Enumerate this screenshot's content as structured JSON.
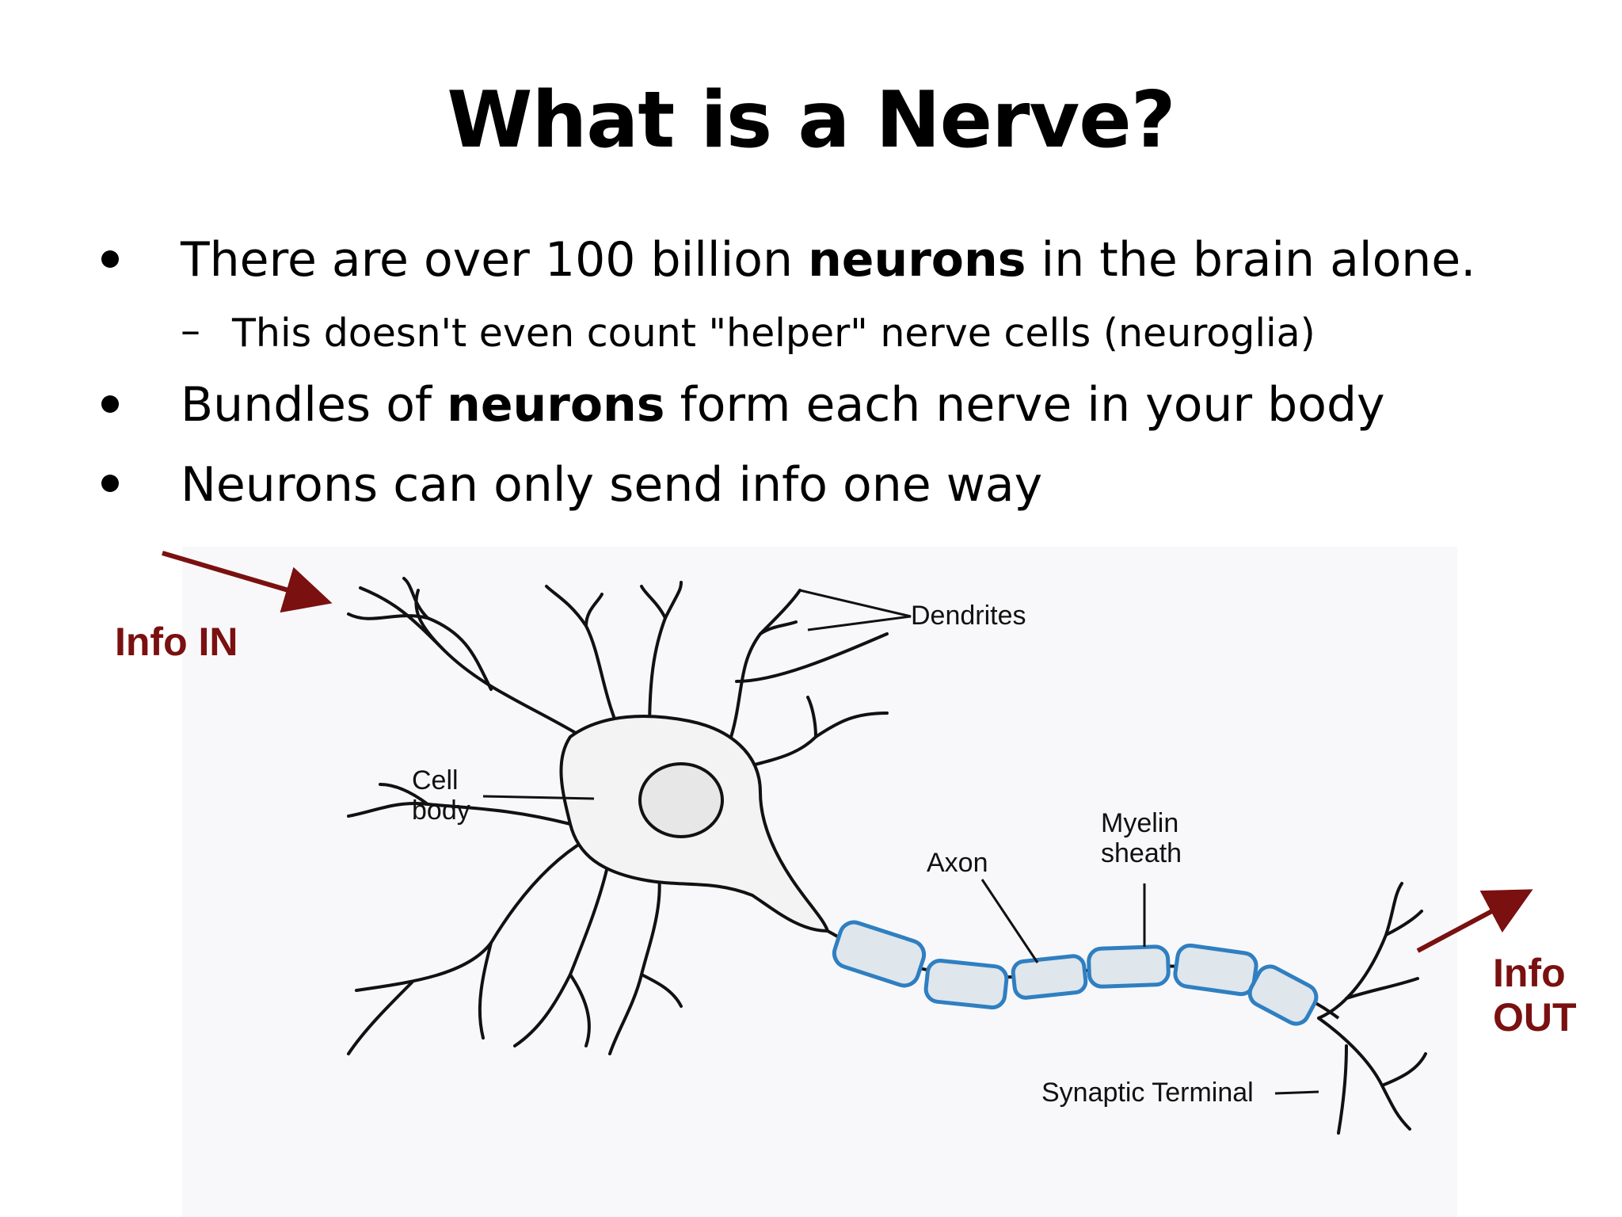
{
  "slide": {
    "title": "What is a Nerve?",
    "bullets": [
      {
        "before": "There are over 100 billion ",
        "bold": "neurons",
        "after": " in the brain alone."
      },
      {
        "before": "Bundles of ",
        "bold": "neurons",
        "after": " form each nerve in your body"
      },
      {
        "before": "Neurons can only send info one way",
        "bold": "",
        "after": ""
      }
    ],
    "sub_bullet": {
      "dash": "–",
      "text": "This doesn't even count \"helper\" nerve cells (neuroglia)"
    }
  },
  "diagram": {
    "info_in": "Info IN",
    "info_out_line1": "Info",
    "info_out_line2": "OUT",
    "labels": {
      "dendrites": "Dendrites",
      "cell_body_line1": "Cell",
      "cell_body_line2": "body",
      "axon": "Axon",
      "myelin_line1": "Myelin",
      "myelin_line2": "sheath",
      "synaptic_terminal": "Synaptic Terminal"
    },
    "colors": {
      "arrow": "#7a1010",
      "myelin_fill": "#dfe6ec",
      "myelin_stroke": "#2f7fc1",
      "ink": "#111111"
    }
  }
}
